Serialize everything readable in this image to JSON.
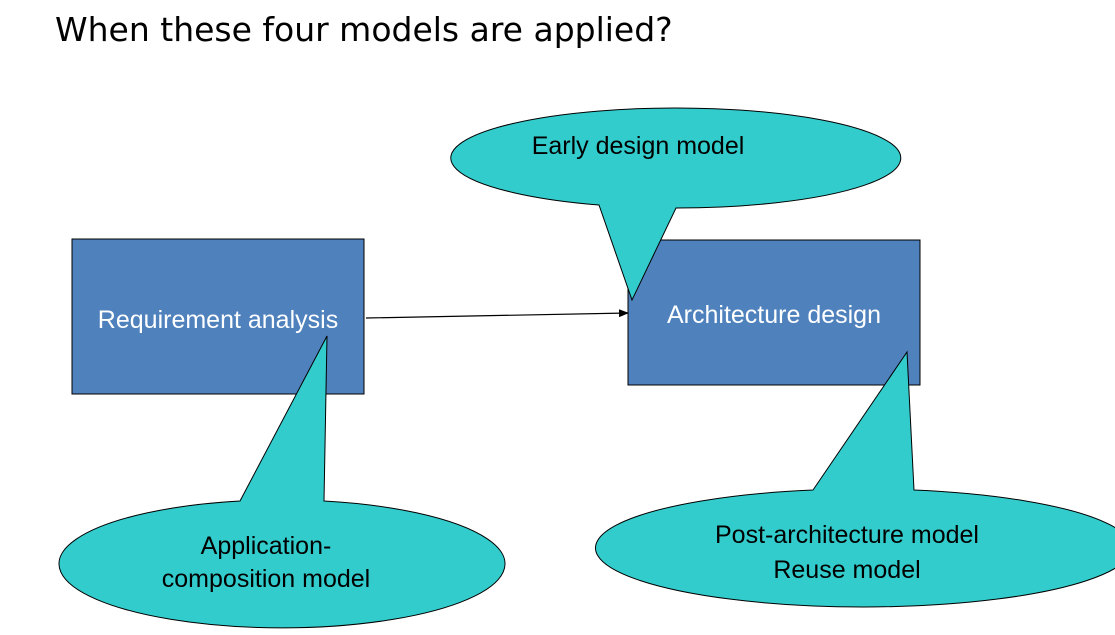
{
  "slide": {
    "title": "When these four models are applied?"
  },
  "colors": {
    "process_box": "#4f81bd",
    "callout": "#33cccc"
  },
  "diagram": {
    "boxes": {
      "requirement_analysis": "Requirement analysis",
      "architecture_design": "Architecture design"
    },
    "callouts": {
      "early_design": "Early design model",
      "application_composition": {
        "line1": "Application-",
        "line2": "composition model"
      },
      "post_architecture": {
        "line1": "Post-architecture model",
        "line2": "Reuse model"
      }
    },
    "edges": [
      {
        "from": "Requirement analysis",
        "to": "Architecture design"
      }
    ]
  }
}
